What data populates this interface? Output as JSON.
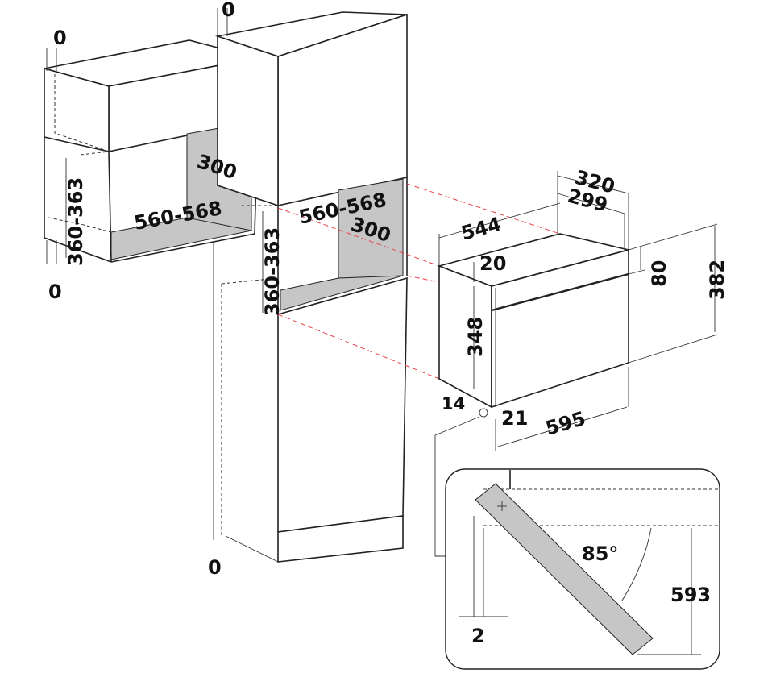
{
  "title": "Built-in compact oven installation dimensions",
  "colors": {
    "line": "#222222",
    "niche_fill": "#c6c6c6",
    "guide_line": "#e8434a"
  },
  "wall_cabinet": {
    "gap_top": "0",
    "gap_bottom": "0",
    "niche_height": "360-363",
    "niche_width": "560-568",
    "niche_depth": "300"
  },
  "tall_cabinet": {
    "gap_top": "0",
    "gap_bottom": "0",
    "niche_height": "360-363",
    "niche_width": "560-568",
    "niche_depth": "300"
  },
  "oven": {
    "width_body": "544",
    "depth_total": "320",
    "depth_body": "299",
    "top_offset": "20",
    "panel_height": "80",
    "front_height": "382",
    "body_height": "348",
    "bottom_offset": "14",
    "front_thickness": "21",
    "front_width": "595"
  },
  "detail": {
    "angle": "85°",
    "height": "593",
    "offset": "2"
  }
}
